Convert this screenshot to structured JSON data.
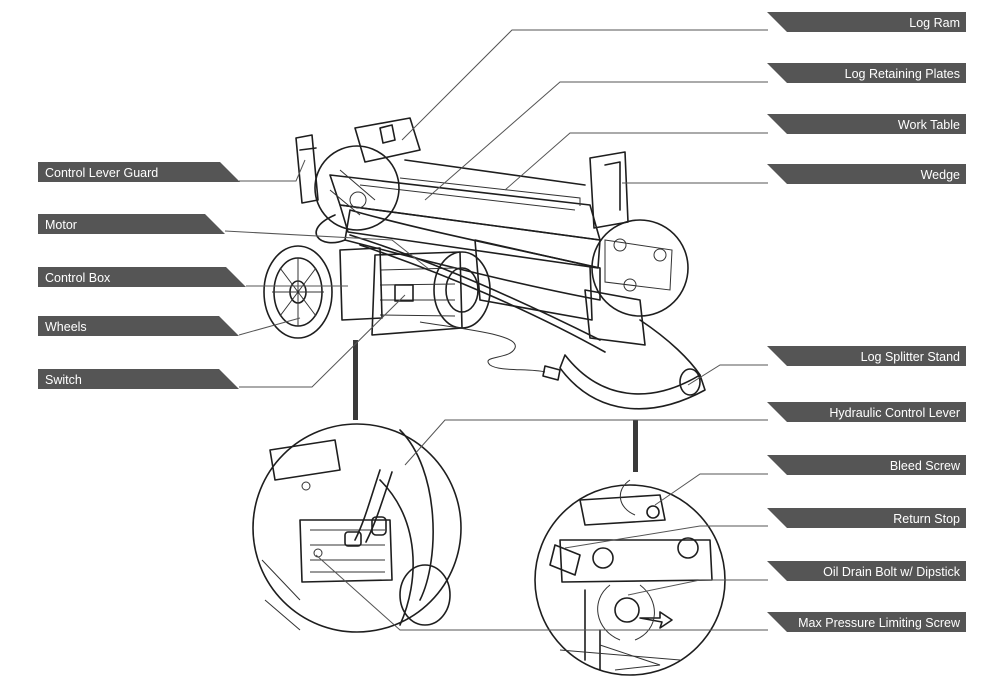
{
  "labels": {
    "log_ram": "Log Ram",
    "log_retaining_plates": "Log Retaining Plates",
    "work_table": "Work Table",
    "wedge": "Wedge",
    "control_lever_guard": "Control Lever Guard",
    "motor": "Motor",
    "control_box": "Control Box",
    "wheels": "Wheels",
    "switch": "Switch",
    "log_splitter_stand": "Log Splitter Stand",
    "hydraulic_control_lever": "Hydraulic Control Lever",
    "bleed_screw": "Bleed Screw",
    "return_stop": "Return Stop",
    "oil_drain_bolt": "Oil Drain Bolt w/ Dipstick",
    "max_pressure_screw": "Max Pressure Limiting Screw"
  },
  "colors": {
    "label_bar": "#555555",
    "label_text": "#ffffff",
    "line_art": "#1e1e1e",
    "background": "#ffffff"
  }
}
